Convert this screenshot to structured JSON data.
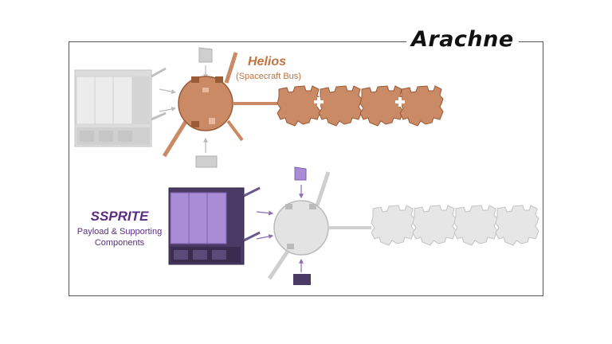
{
  "title": "Arachne",
  "helios": {
    "name": "Helios",
    "subtitle": "(Spacecraft Bus)"
  },
  "ssprite": {
    "name": "SSPRITE",
    "subtitle_line1": "Payload & Supporting",
    "subtitle_line2": "Components"
  },
  "colors": {
    "helios": "#c98a65",
    "helios_dark": "#9a5a36",
    "ssprite": "#a98bd6",
    "ssprite_dark": "#4b3a66",
    "ghost": "#e3e3e3",
    "arrow": "#8a6fb3"
  }
}
